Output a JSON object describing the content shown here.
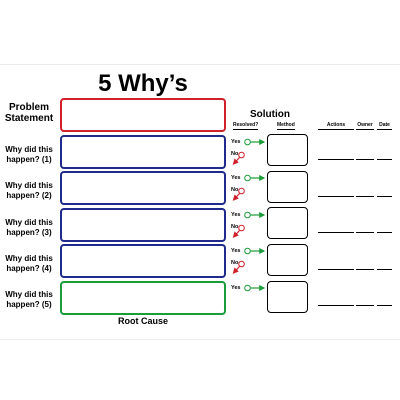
{
  "title": "5 Why’s",
  "problem_label": "Problem Statement",
  "why_labels": [
    "Why did this happen? (1)",
    "Why did this happen? (2)",
    "Why did this happen? (3)",
    "Why did this happen? (4)",
    "Why did this happen? (5)"
  ],
  "root_cause_label": "Root Cause",
  "solution": {
    "title": "Solution",
    "resolved_label": "Resolved?",
    "method_label": "Method",
    "actions_label": "Actions",
    "owner_label": "Owner",
    "date_label": "Date"
  },
  "options": {
    "yes": "Yes",
    "no": "No"
  },
  "colors": {
    "problem_border": "#d0202a",
    "why_border": "#1f2a8c",
    "root_border": "#1a9c3a",
    "yes_arrow": "#1a9c3a",
    "no_arrow": "#d0202a"
  }
}
